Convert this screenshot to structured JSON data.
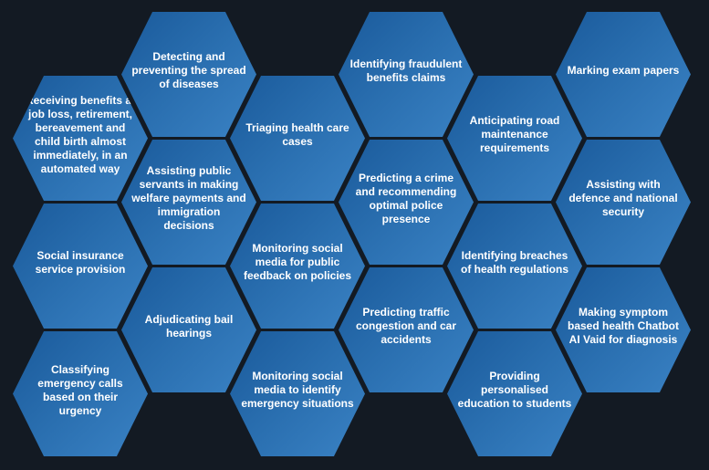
{
  "hexagons": [
    {
      "label": "Receiving benefits at job loss, retirement, bereavement and child birth almost immediately, in an automated way"
    },
    {
      "label": "Social insurance service provision"
    },
    {
      "label": "Classifying emergency calls based on their urgency"
    },
    {
      "label": "Detecting and preventing the spread of diseases"
    },
    {
      "label": "Assisting public servants in making welfare payments and immigration decisions"
    },
    {
      "label": "Adjudicating bail hearings"
    },
    {
      "label": "Triaging health care cases"
    },
    {
      "label": "Monitoring social media for public feedback on policies"
    },
    {
      "label": "Monitoring social media to identify emergency situations"
    },
    {
      "label": "Identifying fraudulent benefits claims"
    },
    {
      "label": "Predicting a crime and recommending optimal police presence"
    },
    {
      "label": "Predicting traffic congestion and car accidents"
    },
    {
      "label": "Anticipating road maintenance requirements"
    },
    {
      "label": "Identifying breaches of health regulations"
    },
    {
      "label": "Providing personalised education to students"
    },
    {
      "label": "Marking exam papers"
    },
    {
      "label": "Assisting with defence and national security"
    },
    {
      "label": "Making symptom based health Chatbot AI Vaid for diagnosis"
    }
  ],
  "colors": {
    "background": "#131a23",
    "hex_dark": "#1a5a9b",
    "hex_light": "#3a82c4",
    "text": "#ffffff"
  }
}
